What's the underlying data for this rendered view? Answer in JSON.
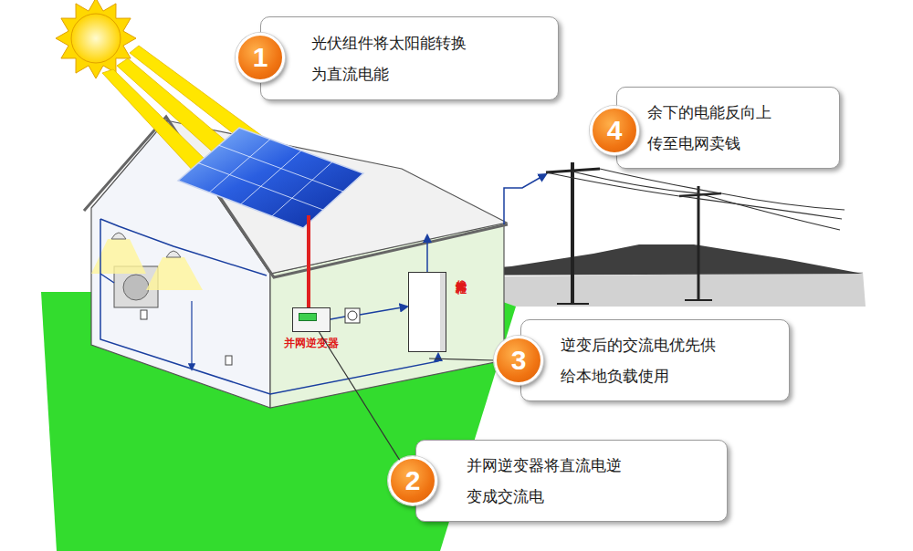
{
  "diagram": {
    "nodes": [
      {
        "text": [
          "1"
        ]
      },
      {
        "text": [
          "光伏组件将太阳能转换 为直流电能"
        ]
      },
      {
        "text": [
          "4"
        ]
      },
      {
        "text": [
          "余下的电能反向上 传至电网卖钱"
        ]
      },
      {
        "text": [
          "3"
        ]
      },
      {
        "text": [
          "逆变后的交流电优先供 给本地负载使用"
        ]
      },
      {
        "text": [
          "2"
        ]
      },
      {
        "text": [
          "并网逆变器将直流电逆 变成交流电"
        ]
      },
      {
        "text": [
          "并网逆变器"
        ]
      },
      {
        "text": [
          "光伏并网柜"
        ]
      }
    ],
    "edges": [
      {
        "from": 6,
        "to": 8,
        "arrow": "none"
      }
    ]
  }
}
